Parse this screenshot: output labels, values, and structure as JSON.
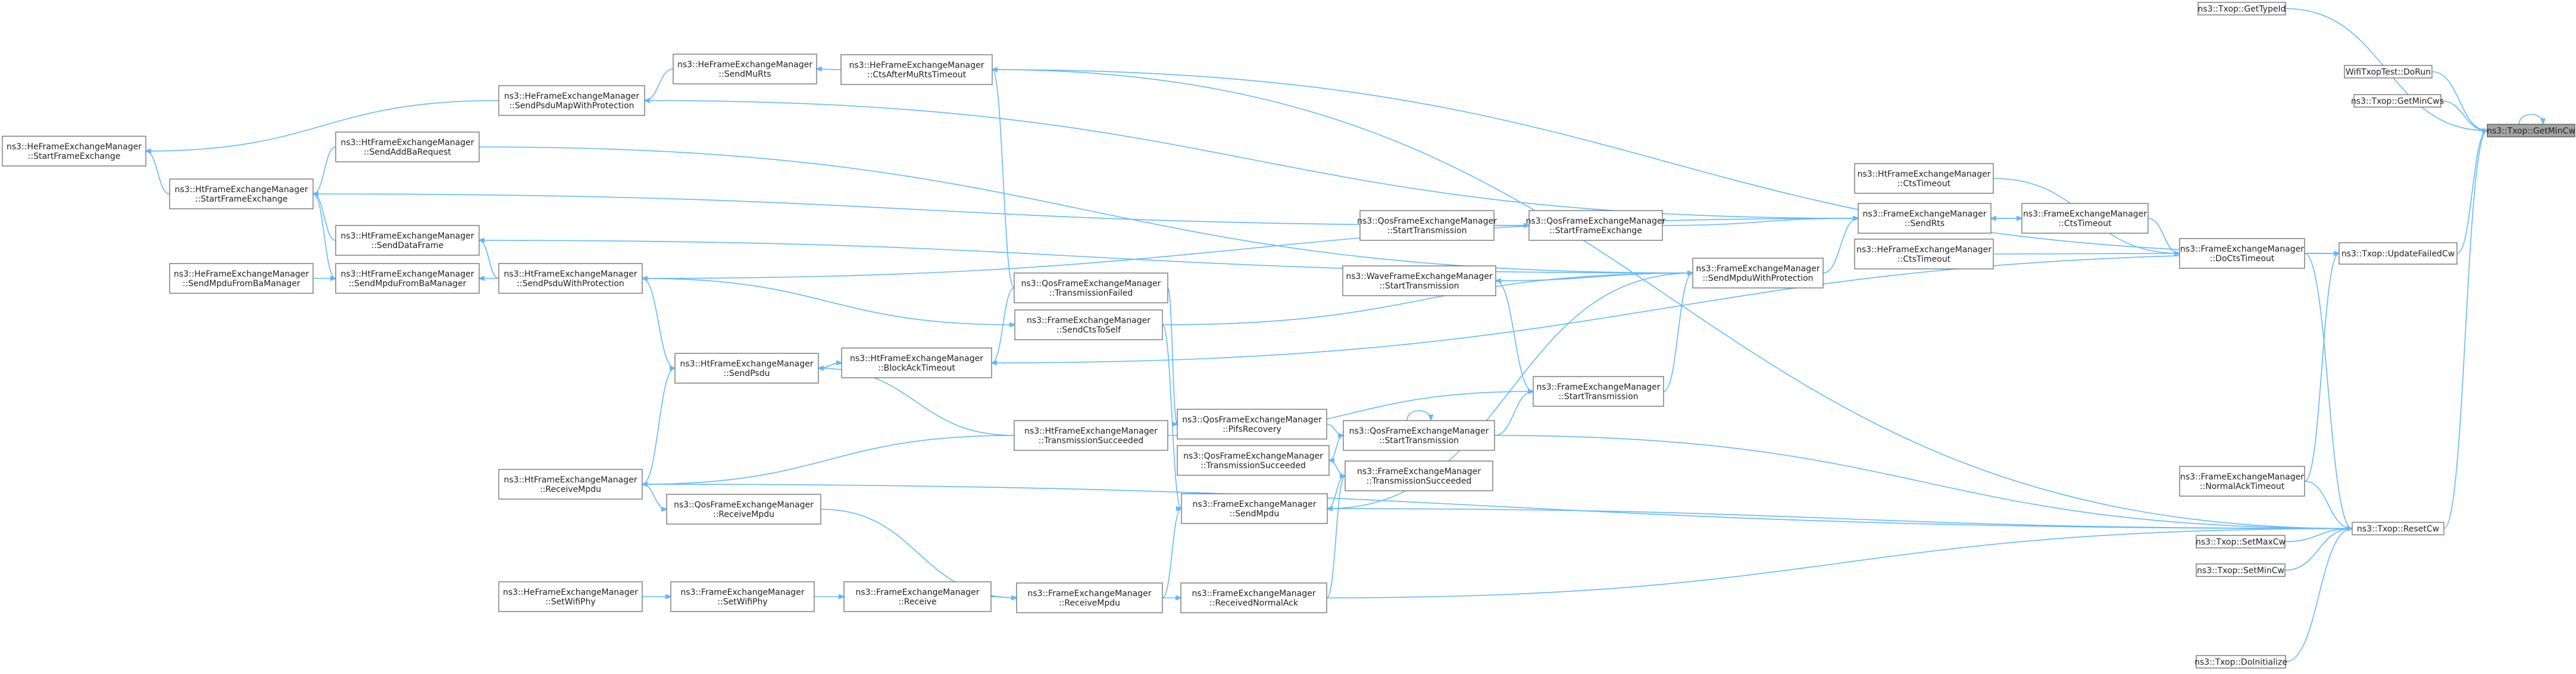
{
  "colors": {
    "edge": "#63b8ff",
    "node_border": "#6b6b6b",
    "target_fill": "#a3a3a3"
  },
  "nodes": [
    {
      "id": "getmincw",
      "label": [
        "ns3::Txop::GetMinCw"
      ],
      "target": true
    },
    {
      "id": "gettypeid",
      "label": [
        "ns3::Txop::GetTypeId"
      ]
    },
    {
      "id": "dorun",
      "label": [
        "WifiTxopTest::DoRun"
      ]
    },
    {
      "id": "txop_getmincws",
      "label": [
        "ns3::Txop::GetMinCws"
      ]
    },
    {
      "id": "updatefailedcw",
      "label": [
        "ns3::Txop::UpdateFailedCw"
      ]
    },
    {
      "id": "resetcw",
      "label": [
        "ns3::Txop::ResetCw"
      ]
    },
    {
      "id": "setmaxcw",
      "label": [
        "ns3::Txop::SetMaxCw"
      ]
    },
    {
      "id": "setmincw",
      "label": [
        "ns3::Txop::SetMinCw"
      ]
    },
    {
      "id": "doinitialize",
      "label": [
        "ns3::Txop::DoInitialize"
      ]
    },
    {
      "id": "docts",
      "label": [
        "ns3::FrameExchangeManager",
        "::DoCtsTimeout"
      ]
    },
    {
      "id": "normalack",
      "label": [
        "ns3::FrameExchangeManager",
        "::NormalAckTimeout"
      ]
    },
    {
      "id": "ht_ctstimeout",
      "label": [
        "ns3::HtFrameExchangeManager",
        "::CtsTimeout"
      ]
    },
    {
      "id": "fem_ctstimeout",
      "label": [
        "ns3::FrameExchangeManager",
        "::CtsTimeout"
      ]
    },
    {
      "id": "he_ctstimeout",
      "label": [
        "ns3::HeFrameExchangeManager",
        "::CtsTimeout"
      ]
    },
    {
      "id": "fem_sendrts",
      "label": [
        "ns3::FrameExchangeManager",
        "::SendRts"
      ]
    },
    {
      "id": "fem_sendmpduwp",
      "label": [
        "ns3::FrameExchangeManager",
        "::SendMpduWithProtection"
      ]
    },
    {
      "id": "qos_startfe",
      "label": [
        "ns3::QosFrameExchangeManager",
        "::StartFrameExchange"
      ]
    },
    {
      "id": "qos_starttx_a",
      "label": [
        "ns3::QosFrameExchangeManager",
        "::StartTransmission"
      ]
    },
    {
      "id": "wave_starttx",
      "label": [
        "ns3::WaveFrameExchangeManager",
        "::StartTransmission"
      ]
    },
    {
      "id": "fem_starttx",
      "label": [
        "ns3::FrameExchangeManager",
        "::StartTransmission"
      ]
    },
    {
      "id": "qos_starttx_b",
      "label": [
        "ns3::QosFrameExchangeManager",
        "::StartTransmission"
      ]
    },
    {
      "id": "qos_txsucc",
      "label": [
        "ns3::QosFrameExchangeManager",
        "::TransmissionSucceeded"
      ]
    },
    {
      "id": "fem_txsucc",
      "label": [
        "ns3::FrameExchangeManager",
        "::TransmissionSucceeded"
      ]
    },
    {
      "id": "qos_pifs",
      "label": [
        "ns3::QosFrameExchangeManager",
        "::PifsRecovery"
      ]
    },
    {
      "id": "fem_sendmpdu",
      "label": [
        "ns3::FrameExchangeManager",
        "::SendMpdu"
      ]
    },
    {
      "id": "fem_recvnormalack",
      "label": [
        "ns3::FrameExchangeManager",
        "::ReceivedNormalAck"
      ]
    },
    {
      "id": "fem_recvmpdu",
      "label": [
        "ns3::FrameExchangeManager",
        "::ReceiveMpdu"
      ]
    },
    {
      "id": "fem_receive",
      "label": [
        "ns3::FrameExchangeManager",
        "::Receive"
      ]
    },
    {
      "id": "fem_setwifiphy",
      "label": [
        "ns3::FrameExchangeManager",
        "::SetWifiPhy"
      ]
    },
    {
      "id": "he_setwifiphy",
      "label": [
        "ns3::HeFrameExchangeManager",
        "::SetWifiPhy"
      ]
    },
    {
      "id": "qos_recvmpdu",
      "label": [
        "ns3::QosFrameExchangeManager",
        "::ReceiveMpdu"
      ]
    },
    {
      "id": "ht_recvmpdu",
      "label": [
        "ns3::HtFrameExchangeManager",
        "::ReceiveMpdu"
      ]
    },
    {
      "id": "qos_txfailed",
      "label": [
        "ns3::QosFrameExchangeManager",
        "::TransmissionFailed"
      ]
    },
    {
      "id": "fem_sendctstoself",
      "label": [
        "ns3::FrameExchangeManager",
        "::SendCtsToSelf"
      ]
    },
    {
      "id": "ht_blockacktimeout",
      "label": [
        "ns3::HtFrameExchangeManager",
        "::BlockAckTimeout"
      ]
    },
    {
      "id": "ht_txsucc",
      "label": [
        "ns3::HtFrameExchangeManager",
        "::TransmissionSucceeded"
      ]
    },
    {
      "id": "ht_sendpsdu",
      "label": [
        "ns3::HtFrameExchangeManager",
        "::SendPsdu"
      ]
    },
    {
      "id": "ht_sendpsduwp",
      "label": [
        "ns3::HtFrameExchangeManager",
        "::SendPsduWithProtection"
      ]
    },
    {
      "id": "he_sendpsdumapwp",
      "label": [
        "ns3::HeFrameExchangeManager",
        "::SendPsduMapWithProtection"
      ]
    },
    {
      "id": "he_sendmurts",
      "label": [
        "ns3::HeFrameExchangeManager",
        "::SendMuRts"
      ]
    },
    {
      "id": "he_ctsaftermurts",
      "label": [
        "ns3::HeFrameExchangeManager",
        "::CtsAfterMuRtsTimeout"
      ]
    },
    {
      "id": "ht_sendaddba",
      "label": [
        "ns3::HtFrameExchangeManager",
        "::SendAddBaRequest"
      ]
    },
    {
      "id": "ht_senddataframe",
      "label": [
        "ns3::HtFrameExchangeManager",
        "::SendDataFrame"
      ]
    },
    {
      "id": "ht_sendmpdufromba",
      "label": [
        "ns3::HtFrameExchangeManager",
        "::SendMpduFromBaManager"
      ]
    },
    {
      "id": "he_sendmpdufromba",
      "label": [
        "ns3::HeFrameExchangeManager",
        "::SendMpduFromBaManager"
      ]
    },
    {
      "id": "ht_startfe",
      "label": [
        "ns3::HtFrameExchangeManager",
        "::StartFrameExchange"
      ]
    },
    {
      "id": "he_startfe",
      "label": [
        "ns3::HeFrameExchangeManager",
        "::StartFrameExchange"
      ]
    }
  ],
  "edges": [
    [
      "getmincw",
      "getmincw"
    ],
    [
      "gettypeid",
      "getmincw"
    ],
    [
      "dorun",
      "getmincw"
    ],
    [
      "txop_getmincws",
      "getmincw"
    ],
    [
      "updatefailedcw",
      "getmincw"
    ],
    [
      "resetcw",
      "getmincw"
    ],
    [
      "docts",
      "updatefailedcw"
    ],
    [
      "normalack",
      "updatefailedcw"
    ],
    [
      "ht_blockacktimeout",
      "updatefailedcw"
    ],
    [
      "he_ctsaftermurts",
      "updatefailedcw"
    ],
    [
      "setmaxcw",
      "resetcw"
    ],
    [
      "setmincw",
      "resetcw"
    ],
    [
      "doinitialize",
      "resetcw"
    ],
    [
      "normalack",
      "resetcw"
    ],
    [
      "docts",
      "resetcw"
    ],
    [
      "fem_sendmpdu",
      "resetcw"
    ],
    [
      "qos_starttx_b",
      "resetcw"
    ],
    [
      "fem_recvnormalack",
      "resetcw"
    ],
    [
      "ht_recvmpdu",
      "resetcw"
    ],
    [
      "he_ctsaftermurts",
      "resetcw"
    ],
    [
      "ht_ctstimeout",
      "docts"
    ],
    [
      "fem_ctstimeout",
      "docts"
    ],
    [
      "he_ctstimeout",
      "docts"
    ],
    [
      "fem_sendrts",
      "fem_ctstimeout"
    ],
    [
      "fem_ctstimeout",
      "fem_sendrts"
    ],
    [
      "fem_sendmpduwp",
      "fem_sendrts"
    ],
    [
      "ht_sendpsduwp",
      "fem_sendrts"
    ],
    [
      "he_sendpsdumapwp",
      "fem_sendrts"
    ],
    [
      "qos_startfe",
      "fem_sendrts"
    ],
    [
      "qos_starttx_a",
      "qos_startfe"
    ],
    [
      "fem_starttx",
      "fem_sendmpduwp"
    ],
    [
      "wave_starttx",
      "fem_sendmpduwp"
    ],
    [
      "fem_sendmpdu",
      "fem_sendmpduwp"
    ],
    [
      "ht_senddataframe",
      "fem_sendmpduwp"
    ],
    [
      "ht_sendaddba",
      "fem_sendmpduwp"
    ],
    [
      "fem_sendctstoself",
      "fem_sendmpduwp"
    ],
    [
      "fem_starttx",
      "wave_starttx"
    ],
    [
      "qos_starttx_b",
      "fem_starttx"
    ],
    [
      "qos_starttx_b",
      "qos_starttx_b"
    ],
    [
      "qos_pifs",
      "qos_starttx_b"
    ],
    [
      "qos_txsucc",
      "qos_starttx_b"
    ],
    [
      "ht_txsucc",
      "fem_starttx"
    ],
    [
      "fem_txsucc",
      "qos_txsucc"
    ],
    [
      "fem_txsucc",
      "fem_sendmpdu"
    ],
    [
      "fem_recvnormalack",
      "fem_txsucc"
    ],
    [
      "fem_recvmpdu",
      "fem_sendmpdu"
    ],
    [
      "fem_recvmpdu",
      "fem_recvnormalack"
    ],
    [
      "fem_receive",
      "fem_recvmpdu"
    ],
    [
      "fem_setwifiphy",
      "fem_receive"
    ],
    [
      "he_setwifiphy",
      "fem_setwifiphy"
    ],
    [
      "qos_recvmpdu",
      "fem_recvmpdu"
    ],
    [
      "ht_recvmpdu",
      "qos_recvmpdu"
    ],
    [
      "qos_txfailed",
      "qos_pifs"
    ],
    [
      "qos_txfailed",
      "ht_blockacktimeout"
    ],
    [
      "qos_txfailed",
      "he_ctsaftermurts"
    ],
    [
      "fem_sendctstoself",
      "fem_sendmpdu"
    ],
    [
      "ht_sendpsduwp",
      "fem_sendctstoself"
    ],
    [
      "ht_blockacktimeout",
      "ht_sendpsdu"
    ],
    [
      "ht_txsucc",
      "ht_sendpsdu"
    ],
    [
      "ht_txsucc",
      "ht_recvmpdu"
    ],
    [
      "ht_sendpsdu",
      "ht_sendpsduwp"
    ],
    [
      "ht_recvmpdu",
      "ht_sendpsdu"
    ],
    [
      "ht_sendpsduwp",
      "ht_senddataframe"
    ],
    [
      "ht_sendpsduwp",
      "ht_sendmpdufromba"
    ],
    [
      "he_sendmpdufromba",
      "ht_sendmpdufromba"
    ],
    [
      "ht_sendmpdufromba",
      "ht_startfe"
    ],
    [
      "ht_senddataframe",
      "ht_startfe"
    ],
    [
      "ht_sendaddba",
      "ht_startfe"
    ],
    [
      "qos_startfe",
      "ht_startfe"
    ],
    [
      "ht_startfe",
      "he_startfe"
    ],
    [
      "he_sendpsdumapwp",
      "he_startfe"
    ],
    [
      "he_sendmurts",
      "he_sendpsdumapwp"
    ],
    [
      "he_ctsaftermurts",
      "he_sendmurts"
    ],
    [
      "ht_sendpsdu",
      "ht_blockacktimeout"
    ]
  ]
}
